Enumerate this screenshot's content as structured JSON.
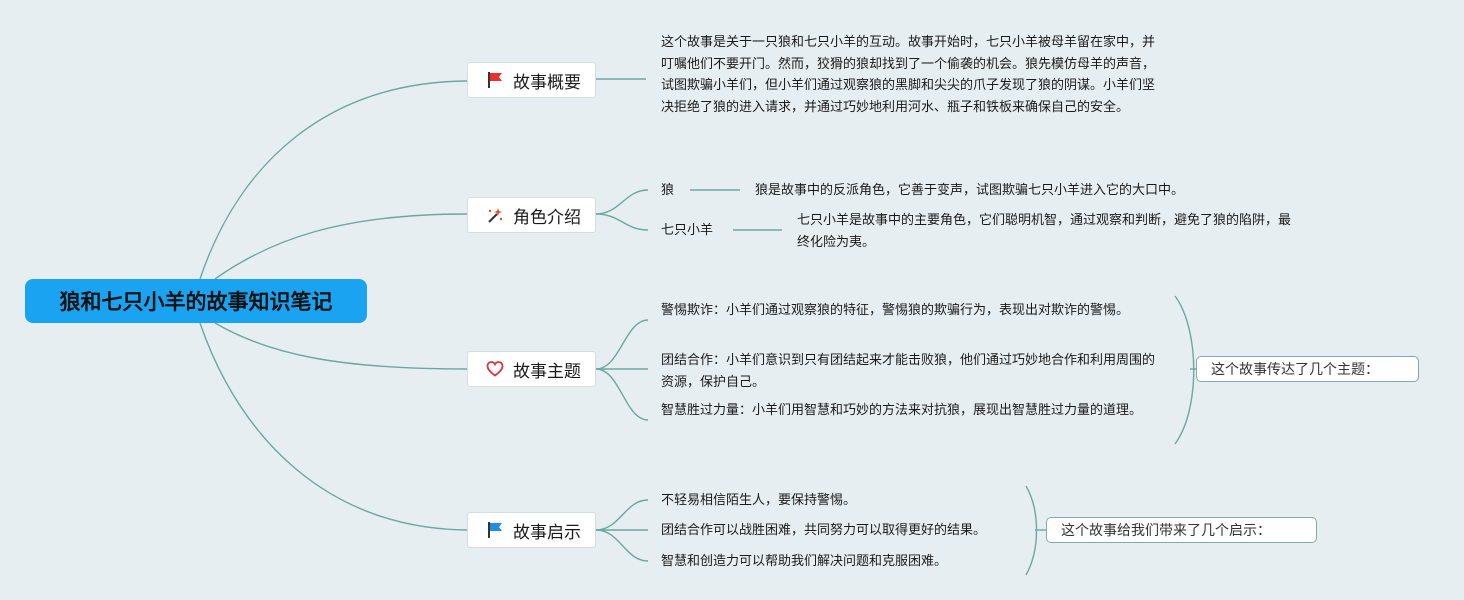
{
  "root": {
    "title": "狼和七只小羊的故事知识笔记"
  },
  "branches": {
    "overview": {
      "label": "故事概要",
      "icon": "red-flag-icon",
      "text": "这个故事是关于一只狼和七只小羊的互动。故事开始时，七只小羊被母羊留在家中，并叮嘱他们不要开门。然而，狡猾的狼却找到了一个偷袭的机会。狼先模仿母羊的声音，试图欺骗小羊们，但小羊们通过观察狼的黑脚和尖尖的爪子发现了狼的阴谋。小羊们坚决拒绝了狼的进入请求，并通过巧妙地利用河水、瓶子和铁板来确保自己的安全。"
    },
    "characters": {
      "label": "角色介绍",
      "icon": "magic-wand-icon",
      "items": [
        {
          "name": "狼",
          "desc": "狼是故事中的反派角色，它善于变声，试图欺骗七只小羊进入它的大口中。"
        },
        {
          "name": "七只小羊",
          "desc": "七只小羊是故事中的主要角色，它们聪明机智，通过观察和判断，避免了狼的陷阱，最终化险为夷。"
        }
      ]
    },
    "themes": {
      "label": "故事主题",
      "icon": "heart-icon",
      "items": [
        "警惕欺诈：小羊们通过观察狼的特征，警惕狼的欺骗行为，表现出对欺诈的警惕。",
        "团结合作：小羊们意识到只有团结起来才能击败狼，他们通过巧妙地合作和利用周围的资源，保护自己。",
        "智慧胜过力量：小羊们用智慧和巧妙的方法来对抗狼，展现出智慧胜过力量的道理。"
      ],
      "summary": "这个故事传达了几个主题："
    },
    "lessons": {
      "label": "故事启示",
      "icon": "blue-flag-icon",
      "items": [
        "不轻易相信陌生人，要保持警惕。",
        "团结合作可以战胜困难，共同努力可以取得更好的结果。",
        "智慧和创造力可以帮助我们解决问题和克服困难。"
      ],
      "summary": "这个故事给我们带来了几个启示："
    }
  },
  "colors": {
    "background": "#e7eef2",
    "root_fill": "#1aa3f0",
    "connector": "#6aa8a0",
    "flag_red": "#e8322b",
    "flag_blue": "#1f8ee0",
    "heart": "#d9363e",
    "wand": "#e05030"
  }
}
